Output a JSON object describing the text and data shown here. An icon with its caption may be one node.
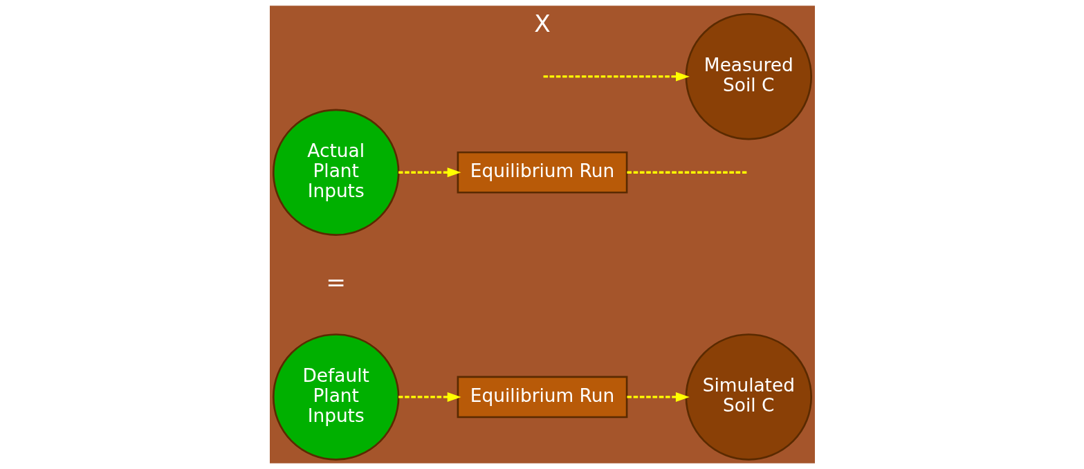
{
  "diagram": {
    "nodes": [
      {
        "text": [
          "Equilibrium Run"
        ]
      },
      {
        "text": [
          "Measured Soil C"
        ]
      },
      {
        "text": [
          "Actual Plant Inputs"
        ]
      },
      {
        "text": [
          "Default Plant Inputs"
        ]
      },
      {
        "text": [
          "Simulated Soil C"
        ]
      },
      {
        "text": [
          "Equilibrium Run"
        ]
      }
    ],
    "edges": [
      {
        "from": 3,
        "to": 0,
        "arrow": "to",
        "style": "dashed"
      },
      {
        "from": 0,
        "to": 4,
        "arrow": "to",
        "style": "dashed"
      },
      {
        "from": null,
        "to": 1,
        "arrow": "to",
        "style": "dashed"
      },
      {
        "from": 2,
        "to": 5,
        "arrow": "to",
        "style": "dashed"
      },
      {
        "from": 5,
        "to": null,
        "arrow": "none",
        "style": "dashed"
      }
    ],
    "labels": [
      "=",
      "X"
    ]
  }
}
